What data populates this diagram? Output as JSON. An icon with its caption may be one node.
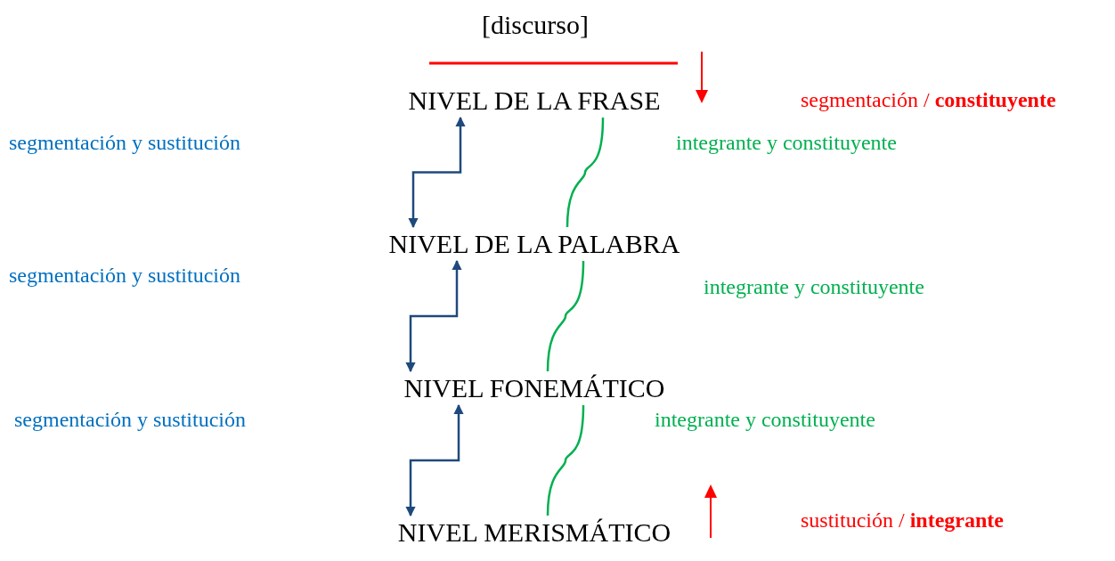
{
  "diagram": {
    "nodes": [
      {
        "text": [
          "[discurso]"
        ]
      },
      {
        "text": [
          "NIVEL DE LA FRASE"
        ]
      },
      {
        "text": [
          "NIVEL DE LA PALABRA"
        ]
      },
      {
        "text": [
          "NIVEL FONEMÁTICO"
        ]
      },
      {
        "text": [
          "NIVEL MERISMÁTICO"
        ]
      }
    ],
    "edges": [
      {
        "from": 1,
        "to": 2,
        "arrow": "both"
      },
      {
        "from": 1,
        "to": 2,
        "arrow": "none",
        "color": "#00b050"
      },
      {
        "from": 2,
        "to": 3,
        "arrow": "both"
      },
      {
        "from": 2,
        "to": 3,
        "arrow": "none",
        "color": "#00b050"
      },
      {
        "from": 3,
        "to": 4,
        "arrow": "both"
      },
      {
        "from": 3,
        "to": 4,
        "arrow": "none",
        "color": "#00b050"
      }
    ],
    "labels": [
      "segmentación / **constituyente**",
      "segmentación y sustitución",
      "integrante y constituyente",
      "segmentación y sustitución",
      "integrante y constituyente",
      "segmentación y sustitución",
      "integrante y constituyente",
      "sustitución / **integrante**"
    ]
  }
}
